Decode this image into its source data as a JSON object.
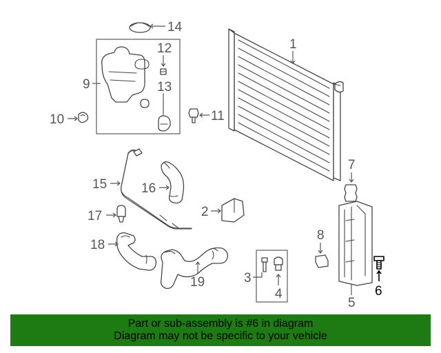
{
  "callouts": {
    "c1": "1",
    "c2": "2",
    "c3": "3",
    "c4": "4",
    "c5": "5",
    "c6": "6",
    "c7": "7",
    "c8": "8",
    "c9": "9",
    "c10": "10",
    "c11": "11",
    "c12": "12",
    "c13": "13",
    "c14": "14",
    "c15": "15",
    "c16": "16",
    "c17": "17",
    "c18": "18",
    "c19": "19"
  },
  "highlighted_part": "6",
  "banner": {
    "line1": "Part or sub-assembly is #6 in diagram",
    "line2": "Diagram may not be specific to your vehicle"
  },
  "colors": {
    "banner_bg": "#1e7a12",
    "line_art": "#444444",
    "highlight": "#000000"
  }
}
